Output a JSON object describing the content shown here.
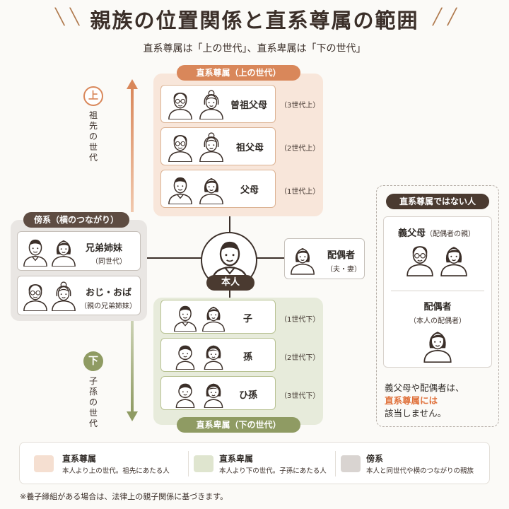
{
  "title": "親族の位置関係と直系尊属の範囲",
  "subtitle": "直系尊属は「上の世代」、直系卑属は「下の世代」",
  "ascendant": {
    "label": "直系尊属（上の世代）",
    "rows": [
      {
        "name": "曽祖父母",
        "gen": "（3世代上）"
      },
      {
        "name": "祖父母",
        "gen": "（2世代上）"
      },
      {
        "name": "父母",
        "gen": "（1世代上）"
      }
    ]
  },
  "descendant": {
    "label": "直系卑属（下の世代）",
    "rows": [
      {
        "name": "子",
        "gen": "（1世代下）"
      },
      {
        "name": "孫",
        "gen": "（2世代下）"
      },
      {
        "name": "ひ孫",
        "gen": "（3世代下）"
      }
    ]
  },
  "collateral": {
    "label": "傍系（横のつながり）",
    "rows": [
      {
        "name": "兄弟姉妹",
        "sub": "（同世代）"
      },
      {
        "name": "おじ・おば",
        "sub": "（親の兄弟姉妹）"
      }
    ]
  },
  "self_label": "本人",
  "spouse": {
    "name": "配偶者",
    "sub": "（夫・妻）"
  },
  "axis": {
    "up": "上",
    "up_text": "祖先の世代",
    "down": "下",
    "down_text": "子孫の世代"
  },
  "non_direct": {
    "label": "直系尊属ではない人",
    "inlaw": "義父母",
    "inlaw_sub": "（配偶者の親）",
    "spouse_parent": "配偶者",
    "spouse_parent_sub": "（本人の配偶者）",
    "note1": "義父母や配偶者は、",
    "note2": "直系尊属には",
    "note3": "該当しません。"
  },
  "legend": [
    {
      "title": "直系尊属",
      "desc": "本人より上の世代。祖先にあたる人",
      "color": "#f5dfd1"
    },
    {
      "title": "直系卑属",
      "desc": "本人より下の世代。子孫にあたる人",
      "color": "#dfe5cf"
    },
    {
      "title": "傍系",
      "desc": "本人と同世代や横のつながりの親族",
      "color": "#d9d4d1"
    }
  ],
  "footnote": "※養子縁組がある場合は、法律上の親子関係に基づきます。",
  "colors": {
    "ascendant": "#d9875a",
    "descendant": "#8f9b63",
    "dark": "#4a3a30",
    "highlight": "#e0703a"
  }
}
